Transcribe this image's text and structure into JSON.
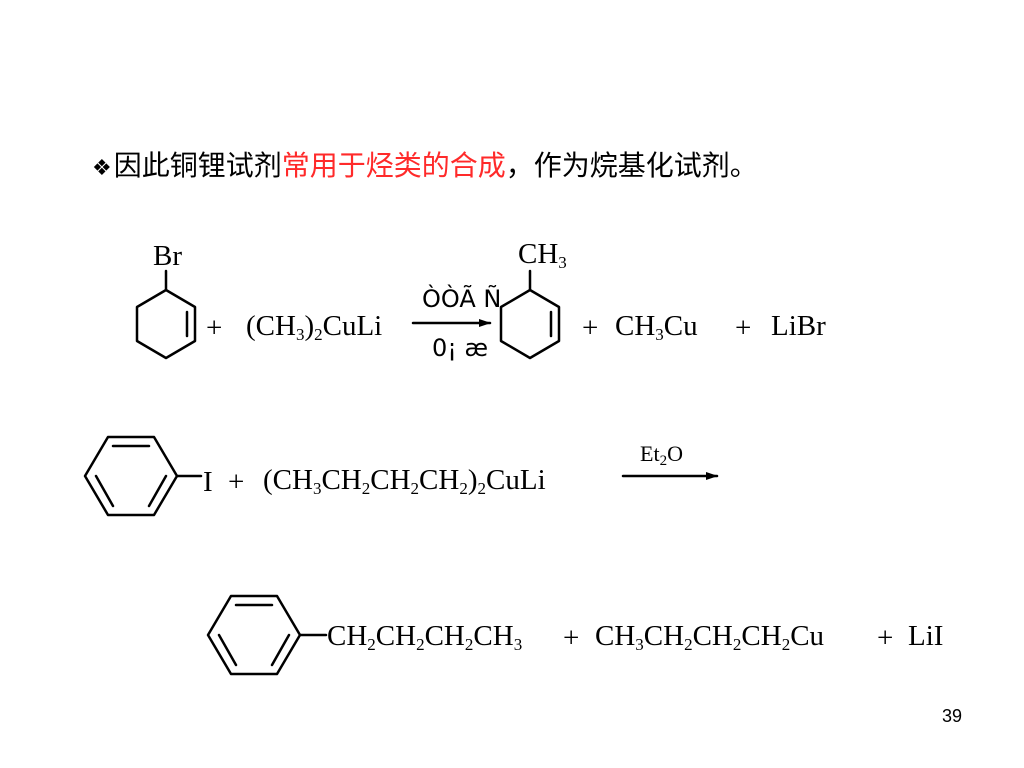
{
  "slide": {
    "bullet": "❖",
    "heading_part1": "因此铜锂试剂",
    "heading_highlight": "常用于烃类的合成",
    "heading_part2": "，作为烷基化试剂。",
    "highlight_color": "#ff2a2a",
    "page_number": "39"
  },
  "reaction1": {
    "substituent_top": "Br",
    "plus_1": "+",
    "reagent": "(CH3)2CuLi",
    "condition_above": "ÒÒÃ Ñ",
    "condition_below": "0¡ æ",
    "product_substituent": "CH3",
    "plus_2": "+",
    "byproduct1": "CH3Cu",
    "plus_3": "+",
    "byproduct2": "LiBr"
  },
  "reaction2": {
    "substituent": "I",
    "plus_1": "+",
    "reagent": "(CH3CH2CH2CH2)2CuLi",
    "condition_above": "Et2O"
  },
  "reaction3": {
    "chain": "CH2CH2CH2CH3",
    "plus_1": "+",
    "byproduct1": "CH3CH2CH2CH2Cu",
    "plus_2": "+",
    "byproduct2": "LiI"
  }
}
